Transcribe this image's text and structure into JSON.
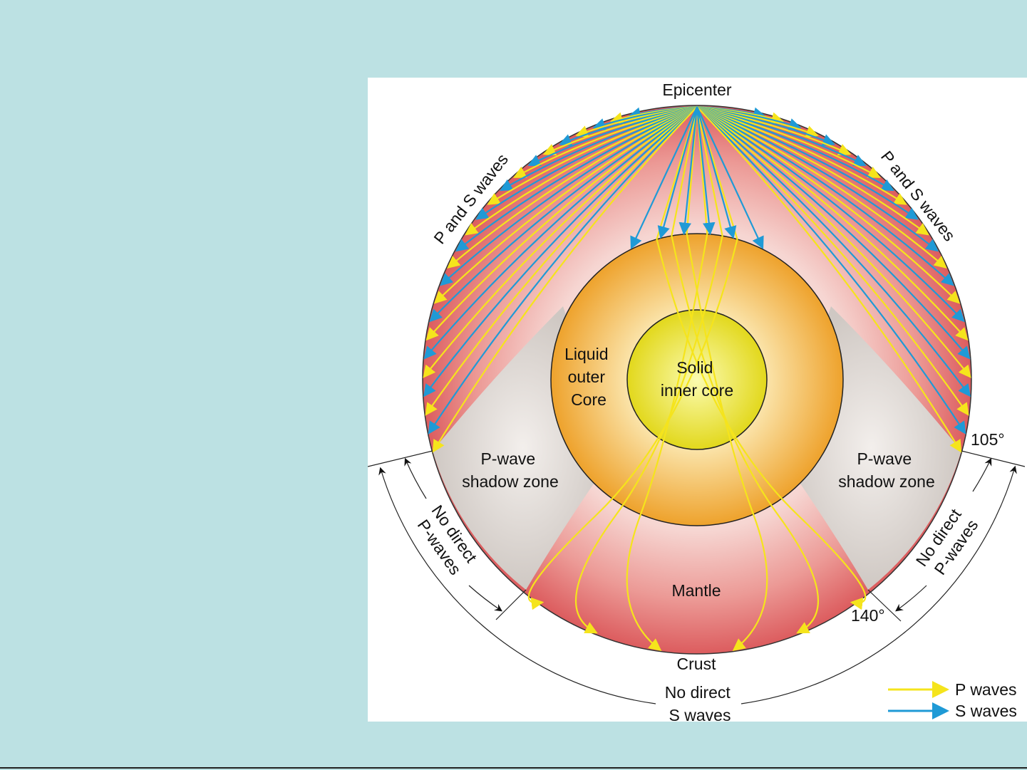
{
  "title_labels": {
    "epicenter": "Epicenter",
    "p_and_s_left": "P and S waves",
    "p_and_s_right": "P and S waves",
    "outer_core": [
      "Liquid",
      "outer",
      "Core"
    ],
    "inner_core": [
      "Solid",
      "inner core"
    ],
    "shadow_left": [
      "P-wave",
      "shadow zone"
    ],
    "shadow_right": [
      "P-wave",
      "shadow zone"
    ],
    "mantle": "Mantle",
    "crust": "Crust",
    "no_s": [
      "No direct",
      "S waves"
    ],
    "no_p_left": [
      "No direct",
      "P-waves"
    ],
    "no_p_right": [
      "No direct",
      "P-waves"
    ],
    "angle_105": "105°",
    "angle_140": "140°"
  },
  "legend": [
    {
      "label": "P waves",
      "color": "#f5e41c"
    },
    {
      "label": "S waves",
      "color": "#1f9ad6"
    }
  ],
  "colors": {
    "p_wave": "#f5e41c",
    "s_wave": "#1f9ad6",
    "mantle": "#e2686a",
    "shadow": "#d8d3cf",
    "outer_core": "#f0a030",
    "inner_core": "#e8e020"
  },
  "shadow_zone_degrees": [
    105,
    140
  ]
}
